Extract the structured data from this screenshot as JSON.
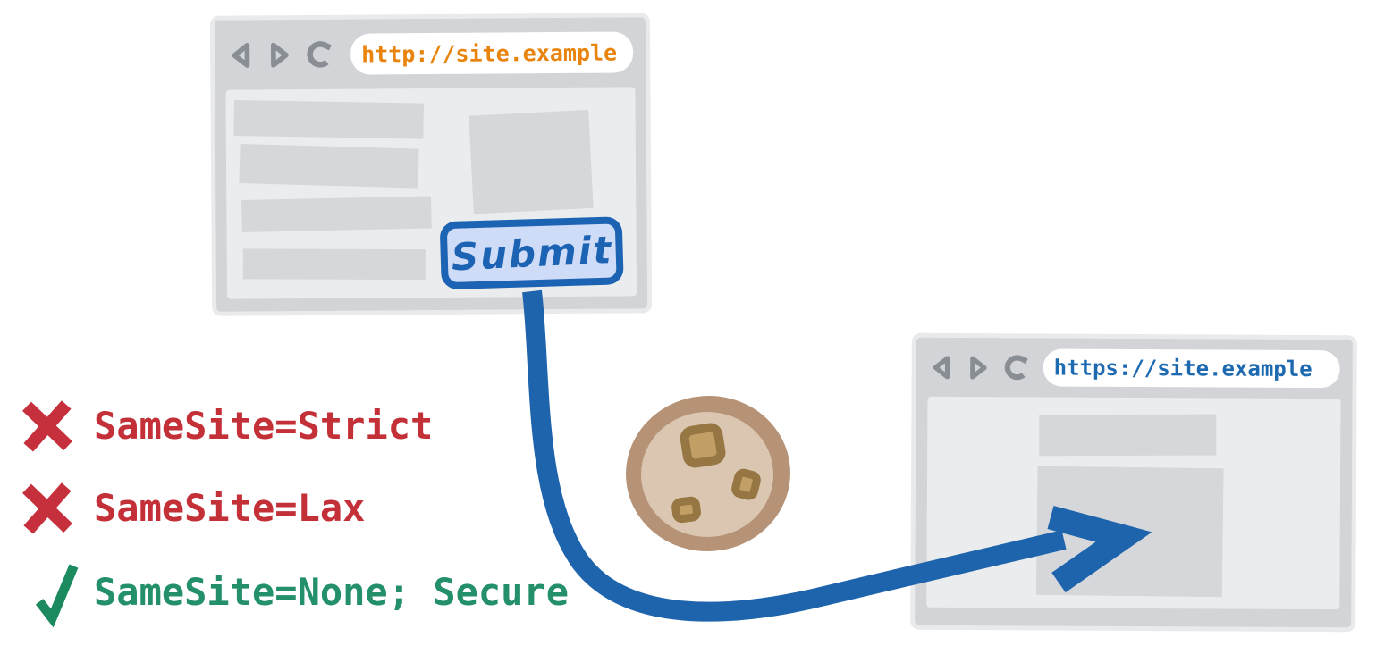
{
  "browser_http": {
    "url": "http://site.example",
    "submit_label": "Submit",
    "toolbar_icons": [
      "back-icon",
      "forward-icon",
      "reload-icon"
    ]
  },
  "browser_https": {
    "url": "https://site.example",
    "toolbar_icons": [
      "back-icon",
      "forward-icon",
      "reload-icon"
    ]
  },
  "rules": [
    {
      "mark": "cross-icon",
      "allowed": false,
      "text": "SameSite=Strict"
    },
    {
      "mark": "cross-icon",
      "allowed": false,
      "text": "SameSite=Lax"
    },
    {
      "mark": "check-icon",
      "allowed": true,
      "text": "SameSite=None; Secure"
    }
  ],
  "illustrations": {
    "cookie": "cookie-icon",
    "flow_arrow": "curved-arrow-icon"
  },
  "colors": {
    "chrome_gray": "#d2d4d8",
    "halo_gray": "#e9eaec",
    "content_gray": "#ebeced",
    "block_gray": "#d5d7da",
    "icon_gray": "#898d94",
    "url_http_orange": "#e8830b",
    "url_https_blue": "#1e6ab1",
    "arrow_blue": "#1e64ad",
    "submit_border_blue": "#1c63b4",
    "submit_fill_blue": "#cfdcf8",
    "cross_red": "#c6303c",
    "rule_red": "#c43037",
    "check_green": "#1b8a5e",
    "rule_green": "#23906a",
    "cookie_ring": "#b69377",
    "cookie_body": "#dbc7b1",
    "chip_dark": "#967642",
    "chip_light": "#c2a065"
  }
}
